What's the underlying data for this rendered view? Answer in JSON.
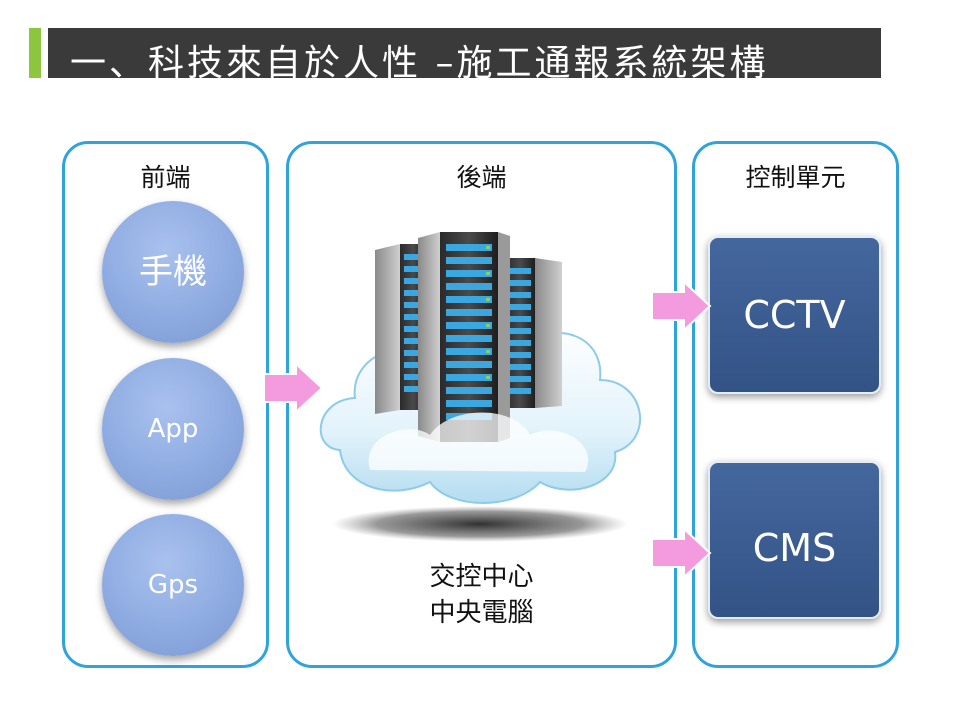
{
  "title": "一、科技來自於人性 –施工通報系統架構",
  "panels": {
    "frontend": {
      "label": "前端",
      "items": [
        "手機",
        "App",
        "Gps"
      ]
    },
    "backend": {
      "label": "後端",
      "caption_line1": "交控中心",
      "caption_line2": "中央電腦"
    },
    "control": {
      "label": "控制單元",
      "items": [
        "CCTV",
        "CMS"
      ]
    }
  },
  "colors": {
    "panel_border": "#2fa3dc",
    "circle_fill": "#8eabe1",
    "control_box_fill": "#3b5b91",
    "arrow_fill": "#f49be0",
    "title_bar": "#3a3a3a",
    "title_accent": "#8cc63f"
  },
  "icons": {
    "server": "server-rack-icon",
    "cloud": "cloud-icon",
    "arrow": "arrow-right-icon"
  }
}
